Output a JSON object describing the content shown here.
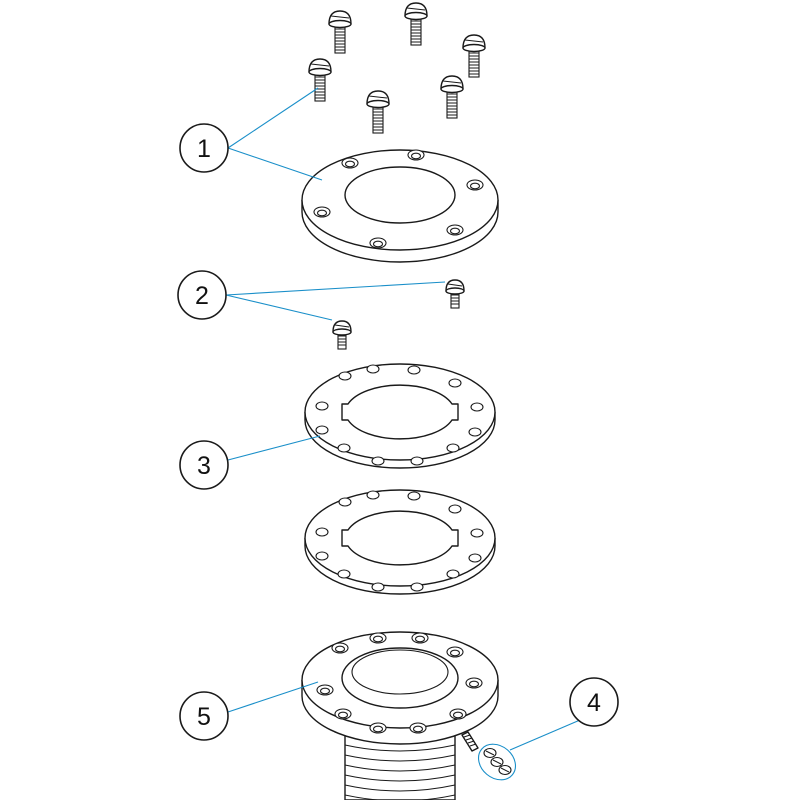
{
  "diagram": {
    "leader_color": "#1a8fc9",
    "callouts": [
      {
        "id": "1",
        "label": "1"
      },
      {
        "id": "2",
        "label": "2"
      },
      {
        "id": "3",
        "label": "3"
      },
      {
        "id": "4",
        "label": "4"
      },
      {
        "id": "5",
        "label": "5"
      }
    ]
  }
}
